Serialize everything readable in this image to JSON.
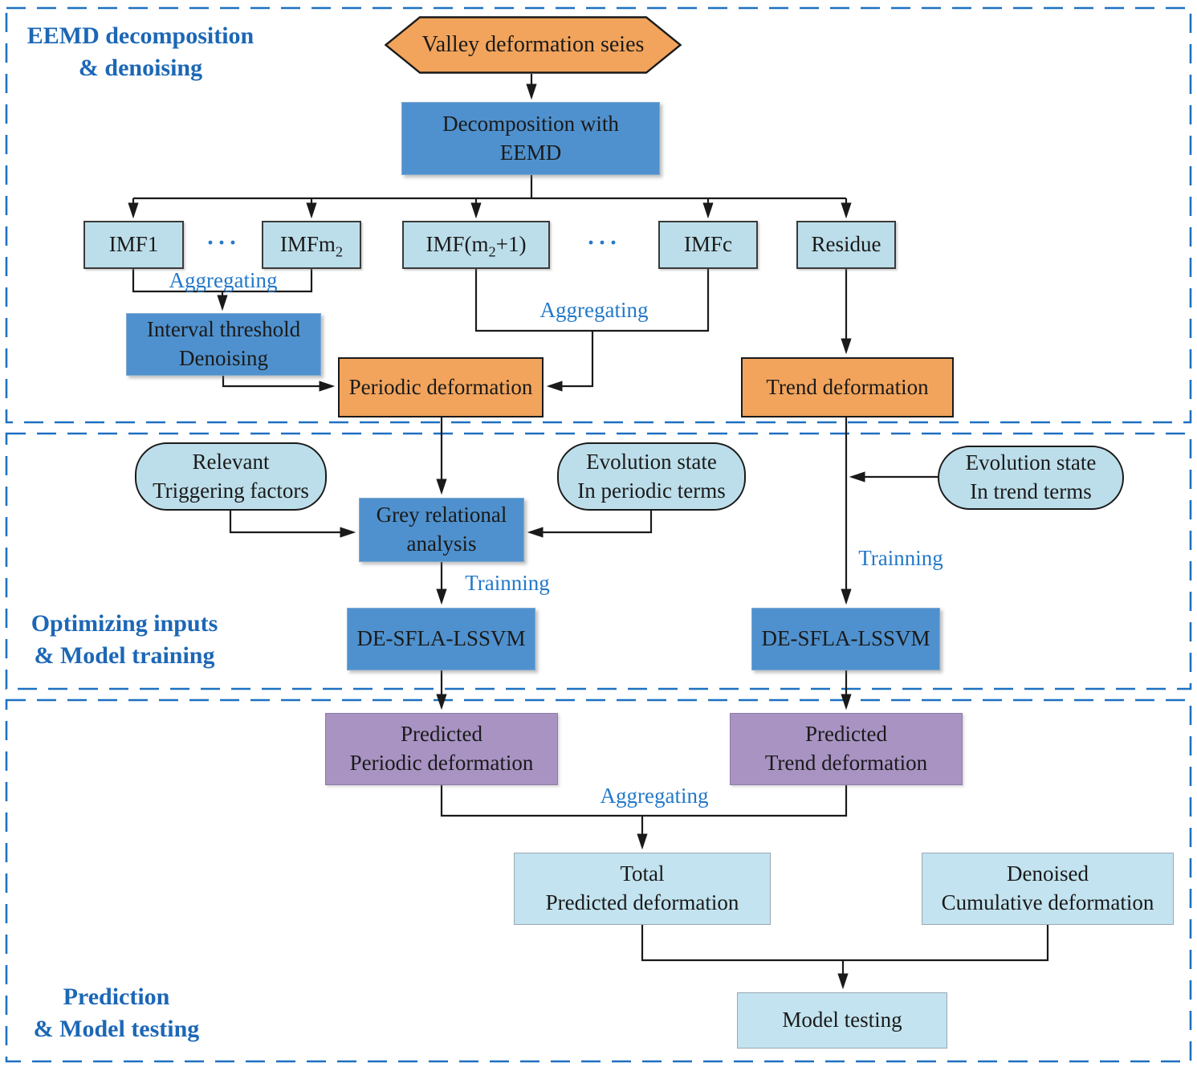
{
  "sections": [
    {
      "line1": "EEMD decomposition",
      "line2": "& denoising"
    },
    {
      "line1": "Optimizing inputs",
      "line2": "& Model training"
    },
    {
      "line1": "Prediction",
      "line2": "& Model testing"
    }
  ],
  "nodes": {
    "valley_series": "Valley deformation seies",
    "decomposition": {
      "line1": "Decomposition with",
      "line2": "EEMD"
    },
    "imf1": "IMF1",
    "imfm2": {
      "base": "IMFm",
      "sub": "2"
    },
    "imfm2p1": {
      "pre": "IMF(m",
      "sub": "2",
      "post": "+1)"
    },
    "imfc": "IMFc",
    "residue": "Residue",
    "dots": "···",
    "interval_threshold": {
      "line1": "Interval threshold",
      "line2": "Denoising"
    },
    "periodic_deformation": "Periodic deformation",
    "trend_deformation": "Trend deformation",
    "relevant_factors": {
      "line1": "Relevant",
      "line2": "Triggering factors"
    },
    "evolution_periodic": {
      "line1": "Evolution state",
      "line2": "In periodic terms"
    },
    "evolution_trend": {
      "line1": "Evolution state",
      "line2": "In trend terms"
    },
    "grey_relational": {
      "line1": "Grey relational",
      "line2": "analysis"
    },
    "de_sfla_left": "DE-SFLA-LSSVM",
    "de_sfla_right": "DE-SFLA-LSSVM",
    "predicted_periodic": {
      "line1": "Predicted",
      "line2": "Periodic deformation"
    },
    "predicted_trend": {
      "line1": "Predicted",
      "line2": "Trend deformation"
    },
    "total_predicted": {
      "line1": "Total",
      "line2": "Predicted deformation"
    },
    "denoised_cumulative": {
      "line1": "Denoised",
      "line2": "Cumulative deformation"
    },
    "model_testing": "Model testing"
  },
  "labels": {
    "aggregating1": "Aggregating",
    "aggregating2": "Aggregating",
    "aggregating3": "Aggregating",
    "training_left": "Trainning",
    "training_right": "Trainning"
  },
  "colors": {
    "orange": "#f2a45c",
    "medium_blue": "#4f91ce",
    "light_blue": "#bcdeea",
    "pale_blue": "#c2e3ef",
    "purple": "#a893c2",
    "annotation_blue": "#2379c8",
    "section_label_blue": "#1c67b6",
    "dashed_border_blue": "#1e70c1",
    "line_black": "#1a1a1a"
  }
}
